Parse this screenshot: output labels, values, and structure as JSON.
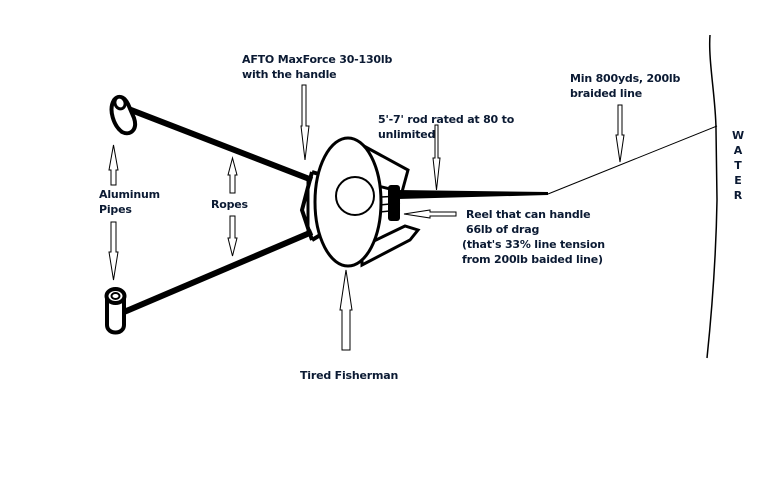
{
  "labels": {
    "afto": [
      "AFTO MaxForce 30-130lb",
      "with the handle"
    ],
    "rod": [
      "5'-7' rod rated at 80 to",
      "unlimited"
    ],
    "line": [
      "Min 800yds, 200lb",
      "braided line"
    ],
    "reel": [
      "Reel that can handle",
      "66lb of drag",
      "(that's 33% line tension",
      "from 200lb baided line)"
    ],
    "pipes": [
      "Aluminum",
      "Pipes"
    ],
    "ropes": "Ropes",
    "fisherman": "Tired Fisherman",
    "water": "WATER"
  },
  "colors": {
    "ink": "#000000",
    "text": "#0b1a33",
    "background": "#ffffff"
  }
}
